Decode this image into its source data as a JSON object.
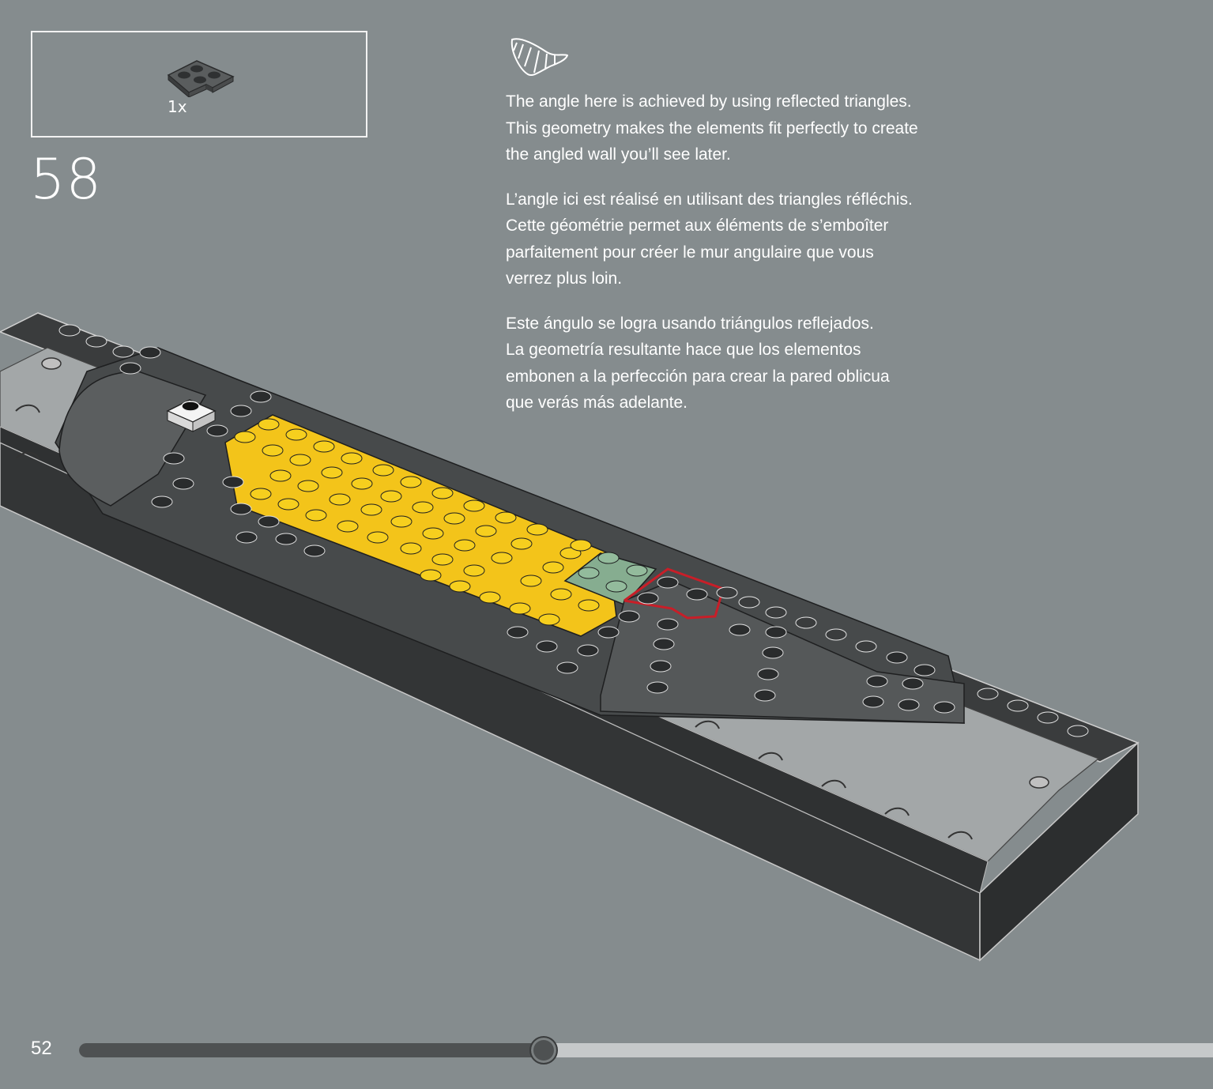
{
  "parts": {
    "quantity_label": "1x"
  },
  "step": {
    "number": "58"
  },
  "tip": {
    "icon": "croissant-icon",
    "paragraphs": [
      "The angle here is achieved by using reflected triangles.\nThis geometry makes the elements fit perfectly to create\nthe angled wall you’ll see later.",
      "L’angle ici est réalisé en utilisant des triangles réfléchis.\nCette géométrie permet aux éléments de s’emboîter\nparfaitement pour créer le mur angulaire que vous\nverrez plus loin.",
      "Este ángulo se logra usando triángulos reflejados.\nLa geometría resultante hace que los elementos\nembonen a la perfección para crear la pared oblicua\nque verás más adelante."
    ]
  },
  "footer": {
    "page_number": "52",
    "progress": 0.41
  },
  "colors": {
    "background": "#858c8e",
    "brick_dark": "#3f4142",
    "brick_yellow": "#f3c41a",
    "brick_green": "#86ad90",
    "highlight_red": "#c81e28"
  }
}
